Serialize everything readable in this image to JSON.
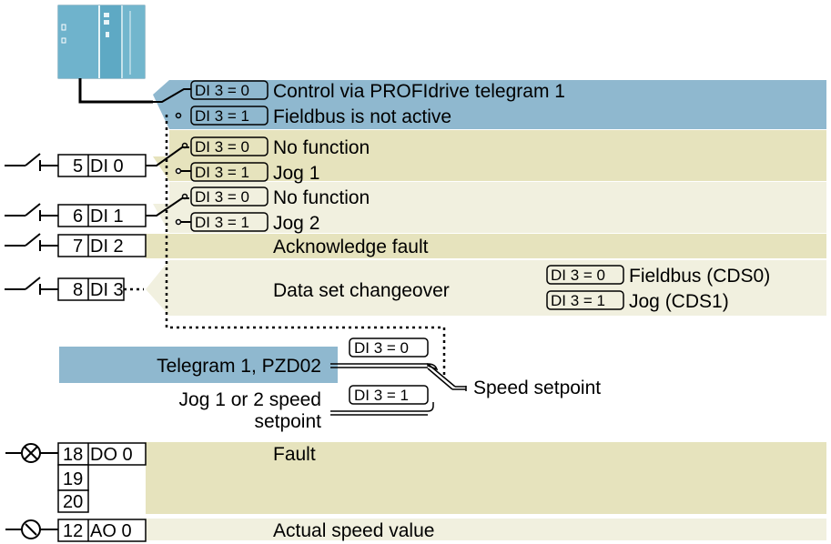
{
  "cond_off": "DI 3 = 0",
  "cond_on": "DI 3 = 1",
  "fieldbus": {
    "opt0": "Control via PROFIdrive telegram 1",
    "opt1": "Fieldbus is not active"
  },
  "inputs": [
    {
      "terminal": "5",
      "name": "DI 0",
      "opt0": "No function",
      "opt1": "Jog 1"
    },
    {
      "terminal": "6",
      "name": "DI 1",
      "opt0": "No function",
      "opt1": "Jog 2"
    },
    {
      "terminal": "7",
      "name": "DI 2",
      "function": "Acknowledge fault"
    },
    {
      "terminal": "8",
      "name": "DI 3",
      "function": "Data set changeover",
      "sel0": "Fieldbus (CDS0)",
      "sel1": "Jog (CDS1)"
    }
  ],
  "setpoint": {
    "source0": "Telegram 1, PZD02",
    "source1_line1": "Jog 1 or 2 speed",
    "source1_line2": "setpoint",
    "target": "Speed setpoint"
  },
  "outputs": [
    {
      "terminals": [
        "18",
        "19",
        "20"
      ],
      "name": "DO 0",
      "function": "Fault"
    },
    {
      "terminals": [
        "12"
      ],
      "name": "AO 0",
      "function": "Actual speed value"
    }
  ],
  "colors": {
    "blue": "#8fb8cf",
    "khaki": "#e6e3bd",
    "light": "#f1f0df",
    "plc": "#5ea9c4"
  }
}
